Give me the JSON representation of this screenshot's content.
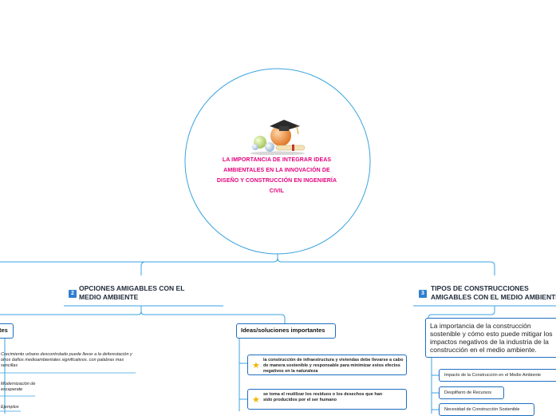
{
  "root": {
    "title_lines": [
      "LA IMPORTANCIA DE INTEGRAR IDEAS",
      "AMBIENTALES EN LA INNOVACIÓN DE",
      "DISEÑO Y CONSTRUCCIÓN EN INGENIERÍA CIVIL"
    ],
    "image": "graduation-cap-and-diploma-illustration"
  },
  "left_branch": {
    "number": "2",
    "title_lines": [
      "OPCIONES AMIGABLES CON EL",
      "MEDIO AMBIENTE"
    ],
    "partial_topic": {
      "label": "tes",
      "items": [
        "Crecimiento urbano descontrolado puede llevar a la deforestación y otros daños medioambientales significativos. con palabras mas sencillas",
        "Modernización de escaparate",
        "Ejemplos"
      ]
    },
    "ideas_topic": {
      "label": "Ideas/soluciones importantes",
      "items": [
        "la construcción de infraestructura y viviendas debe llevarse a cabo de manera sostenible y responsable para minimizar estos efectos negativos en la naturaleza",
        " se toma el reutilizar los residuos o los desechos que han sido producidos por el ser humano"
      ]
    }
  },
  "right_branch": {
    "number": "3",
    "title_lines": [
      "TIPOS DE CONSTRUCCIONES",
      "AMIGABLES CON EL MEDIO AMBIENTE"
    ],
    "topic": {
      "label": "La importancia de la construcción sostenible y cómo esto puede mitigar los impactos negativos de la industria de la construcción en el medio ambiente.",
      "items": [
        "Impacto de la Construcción en el Medio Ambiente",
        "Despilfarro de Recursos",
        "Necesidad de Construcción Sostenible"
      ]
    }
  },
  "colors": {
    "line": "#3aa3e0",
    "root_text": "#e5007d",
    "badge": "#2f7fd0",
    "star": "#f2b600"
  }
}
